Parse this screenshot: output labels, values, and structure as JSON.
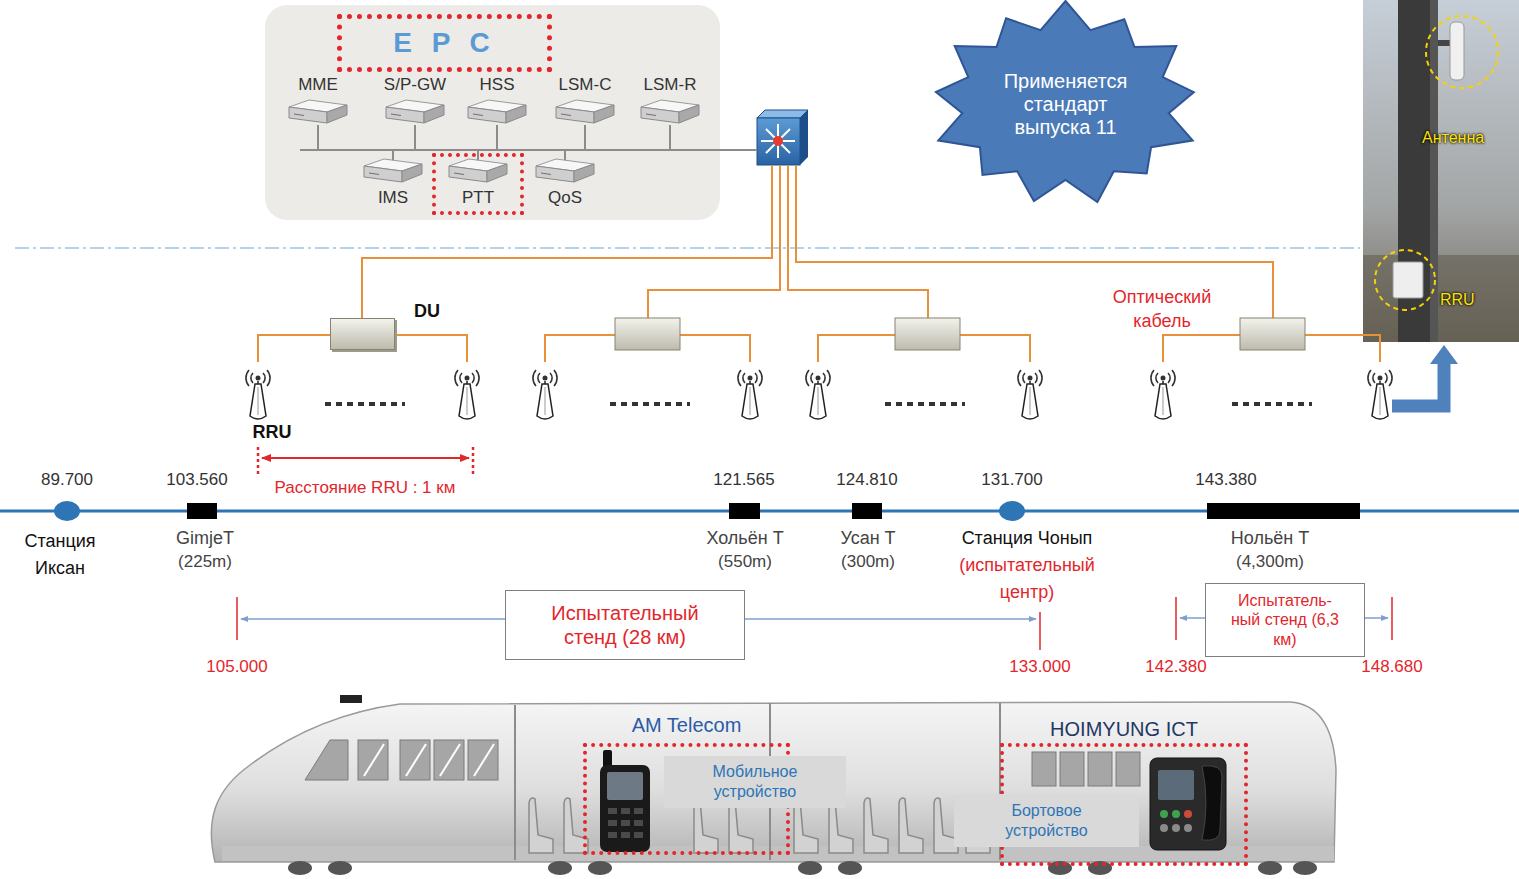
{
  "diagram": {
    "nodes": [
      {
        "text": [
          "E P C"
        ]
      },
      {
        "text": [
          "MME"
        ],
        "in": 0
      },
      {
        "text": [
          "S/P-GW"
        ],
        "in": 0
      },
      {
        "text": [
          "HSS"
        ],
        "in": 0
      },
      {
        "text": [
          "LSM-C"
        ],
        "in": 0
      },
      {
        "text": [
          "LSM-R"
        ],
        "in": 0
      },
      {
        "text": [
          "IMS"
        ],
        "in": 0
      },
      {
        "text": [
          "PTT"
        ],
        "in": 0
      },
      {
        "text": [
          "QoS"
        ],
        "in": 0
      },
      {
        "text": [
          "Применяется стандарт выпуска 11"
        ]
      },
      {
        "text": [
          "DU"
        ]
      },
      {
        "text": [
          "Испытательный стенд (28 км)"
        ]
      },
      {
        "text": [
          "Испытатель- ный стенд (6,3 км)"
        ]
      },
      {
        "text": [
          "AM Telecom"
        ]
      },
      {
        "text": [
          "Мобильное устройство"
        ],
        "in": 13
      },
      {
        "text": [
          "HOIMYUNG ICT"
        ]
      },
      {
        "text": [
          "Бортовое устройство"
        ],
        "in": 15
      }
    ],
    "labels": [
      "Антенна",
      "RRU",
      "Оптический кабель",
      "RRU",
      "Расстояние RRU : 1 км",
      "89.700",
      "103.560",
      "121.565",
      "124.810",
      "131.700",
      "143.380",
      "Станция Иксан",
      "GimjeT",
      "(225m)",
      "Хольён T",
      "(550m)",
      "Усан T",
      "(300m)",
      "Станция Чонып",
      "(испытательный центр)",
      "Нольён T",
      "(4,300m)",
      "105.000",
      "133.000",
      "142.380",
      "148.680"
    ]
  }
}
